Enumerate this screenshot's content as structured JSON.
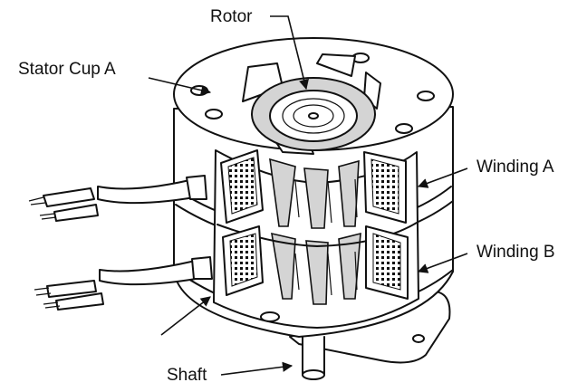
{
  "diagram": {
    "labels": {
      "rotor": "Rotor",
      "stator_cup_a": "Stator Cup A",
      "winding_a": "Winding A",
      "winding_b": "Winding B",
      "shaft": "Shaft"
    }
  }
}
